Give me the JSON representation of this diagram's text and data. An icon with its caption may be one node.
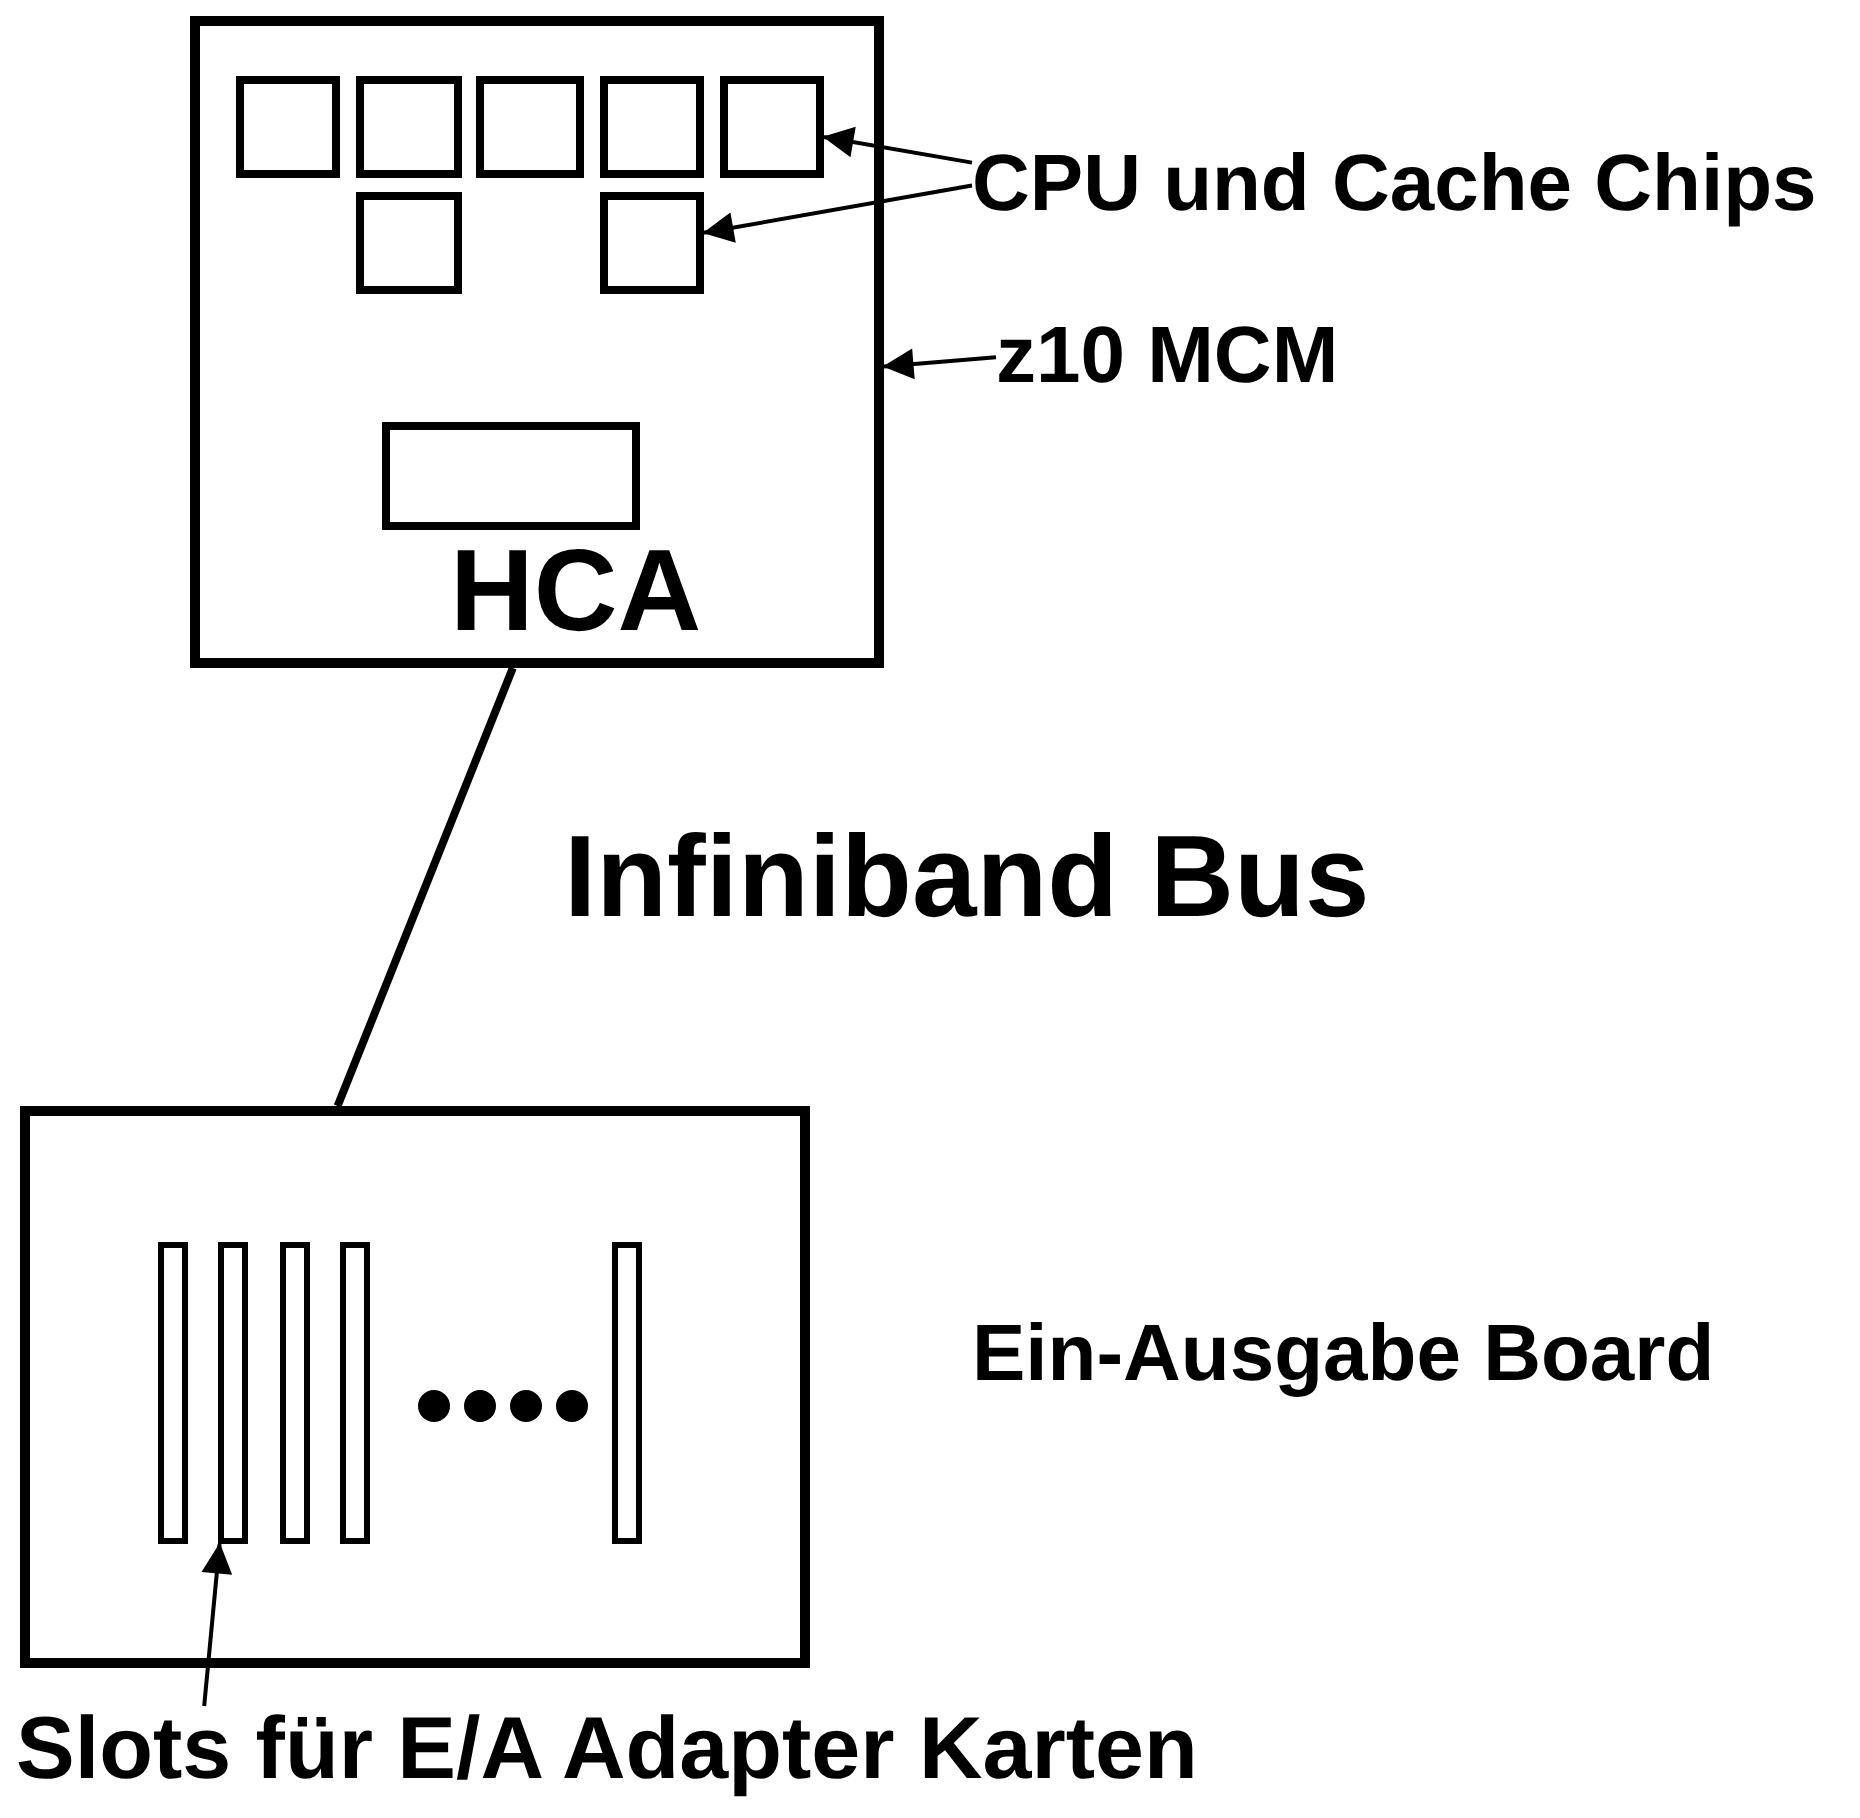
{
  "diagram": {
    "nodes": [
      {
        "text": [],
        "shape": "box"
      },
      {
        "text": [],
        "shape": "box",
        "in": 0
      },
      {
        "text": [],
        "shape": "box",
        "in": 0
      },
      {
        "text": [],
        "shape": "box",
        "in": 0
      },
      {
        "text": [],
        "shape": "box",
        "in": 0
      },
      {
        "text": [],
        "shape": "box",
        "in": 0
      },
      {
        "text": [],
        "shape": "box",
        "in": 0
      },
      {
        "text": [],
        "shape": "box",
        "in": 0
      },
      {
        "text": [
          "HCA"
        ],
        "in": 0
      },
      {
        "text": [
          "CPU und Cache Chips"
        ]
      },
      {
        "text": [
          "z10 MCM"
        ]
      },
      {
        "text": [],
        "shape": "box",
        "beside": [
          "Ein-Ausgabe Board"
        ]
      },
      {
        "text": [],
        "shape": "bar",
        "in": 11
      },
      {
        "text": [],
        "shape": "bar",
        "in": 11
      },
      {
        "text": [],
        "shape": "bar",
        "in": 11
      },
      {
        "text": [],
        "shape": "bar",
        "in": 11
      },
      {
        "text": [],
        "shape": "bar",
        "in": 11
      },
      {
        "text": [
          "Slots für E/A Adapter Karten"
        ]
      }
    ],
    "edges": [
      {
        "from": 9,
        "to": 5,
        "arrow": "to"
      },
      {
        "from": 9,
        "to": 7,
        "arrow": "to"
      },
      {
        "from": 10,
        "to": 0,
        "arrow": "to"
      },
      {
        "from": 0,
        "to": 11,
        "label": "Infiniband Bus",
        "arrow": "none",
        "style": "thick"
      },
      {
        "from": 17,
        "to": 13,
        "arrow": "to"
      }
    ]
  }
}
